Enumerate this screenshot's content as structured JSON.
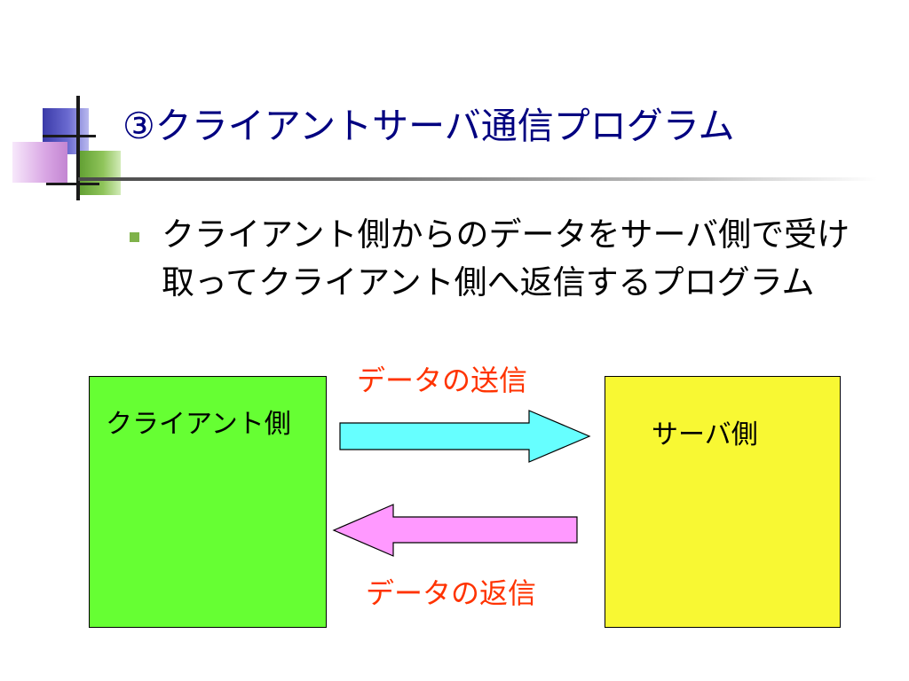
{
  "slide": {
    "title": "③クライアントサーバ通信プログラム",
    "bullet": "クライアント側からのデータをサーバ側で受け取ってクライアント側へ返信するプログラム"
  },
  "diagram": {
    "client_label": "クライアント側",
    "server_label": "サーバ側",
    "send_label": "データの送信",
    "return_label": "データの返信"
  },
  "colors": {
    "title": "#000080",
    "client_box": "#66ff33",
    "server_box": "#f8f833",
    "send_arrow": "#66ffff",
    "return_arrow": "#ff99ff",
    "arrow_label": "#ff3300",
    "bullet_marker": "#7fb24a"
  }
}
